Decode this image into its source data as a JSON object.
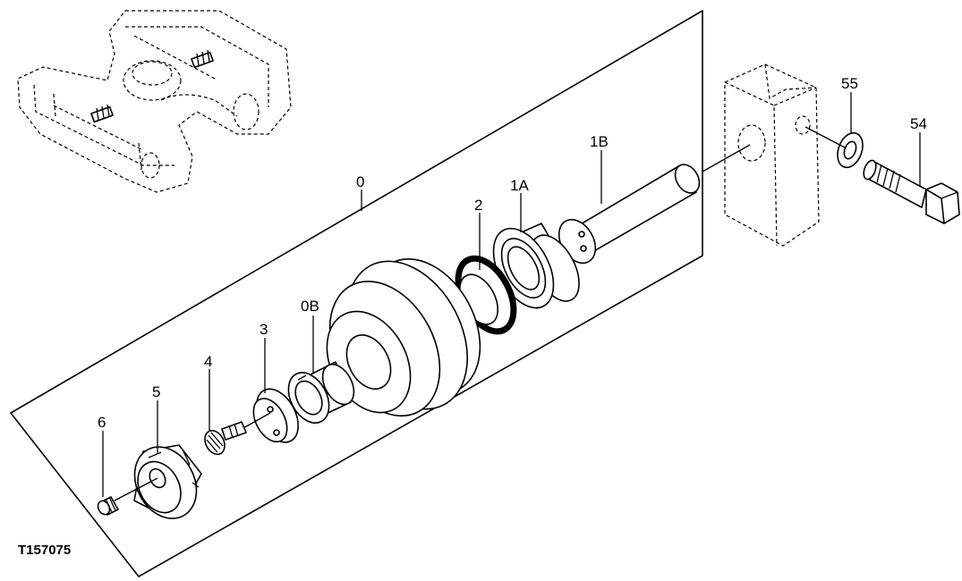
{
  "figure_id": "T157075",
  "callouts": [
    {
      "id": "c0",
      "label": "0"
    },
    {
      "id": "c0b",
      "label": "0B"
    },
    {
      "id": "c1a",
      "label": "1A"
    },
    {
      "id": "c1b",
      "label": "1B"
    },
    {
      "id": "c2",
      "label": "2"
    },
    {
      "id": "c3",
      "label": "3"
    },
    {
      "id": "c4",
      "label": "4"
    },
    {
      "id": "c5",
      "label": "5"
    },
    {
      "id": "c6",
      "label": "6"
    },
    {
      "id": "c54",
      "label": "54"
    },
    {
      "id": "c55",
      "label": "55"
    }
  ]
}
